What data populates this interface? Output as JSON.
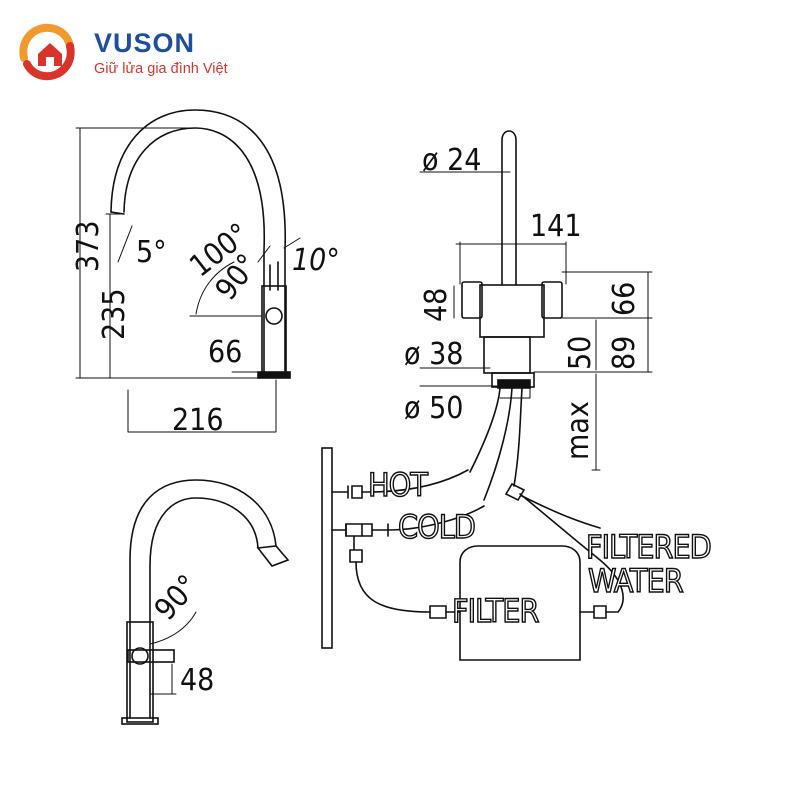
{
  "brand": {
    "name": "VUSON",
    "tagline": "Giữ lửa gia đình Việt",
    "colors": {
      "primary": "#1f4f9c",
      "accent": "#d8342b",
      "warm": "#f29a2e"
    }
  },
  "side_view": {
    "height_total": "373",
    "height_spout": "235",
    "spout_angle": "5°",
    "swivel_angle": "100°",
    "handle_angle": "90°",
    "handle_tilt": "10°",
    "handle_offset": "66",
    "reach": "216"
  },
  "front_view": {
    "spout_diameter": "ø 24",
    "width": "141",
    "handle_height": "48",
    "base_diameter": "ø 38",
    "flange_diameter": "ø 50",
    "handle_drop": "66",
    "body_height": "89",
    "neck_height": "50",
    "max_deck": "max"
  },
  "bottom_view": {
    "handle_angle": "90°",
    "handle_offset": "48"
  },
  "install": {
    "hot": "HOT",
    "cold": "COLD",
    "filtered_line1": "FILTERED",
    "filtered_line2": "WATER",
    "filter": "FILTER"
  }
}
